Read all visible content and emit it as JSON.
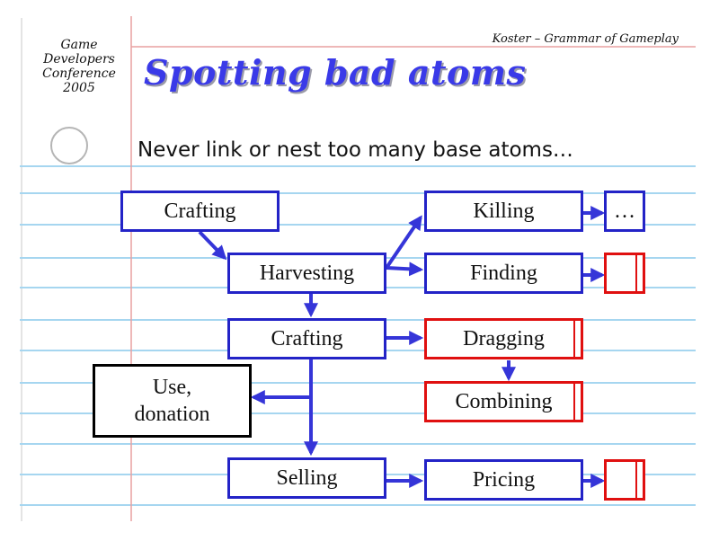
{
  "conference": {
    "line1": "Game",
    "line2": "Developers",
    "line3": "Conference",
    "line4": "2005"
  },
  "header_note": "Koster – Grammar of Gameplay",
  "title": "Spotting bad atoms",
  "subtitle": "Never link or nest too many base atoms…",
  "nodes": {
    "crafting_top": "Crafting",
    "harvesting": "Harvesting",
    "killing": "Killing",
    "ellipsis": "…",
    "finding": "Finding",
    "crafting_mid": "Crafting",
    "dragging": "Dragging",
    "combining": "Combining",
    "use_line1": "Use,",
    "use_line2": "donation",
    "selling": "Selling",
    "pricing": "Pricing"
  },
  "colors": {
    "blue_box": "#2323c7",
    "red_box": "#e01010",
    "arrow": "#3535d8",
    "title": "#3a3ae8",
    "ruled_line": "#9fd3ef",
    "margin_line": "#e8a0a0"
  }
}
